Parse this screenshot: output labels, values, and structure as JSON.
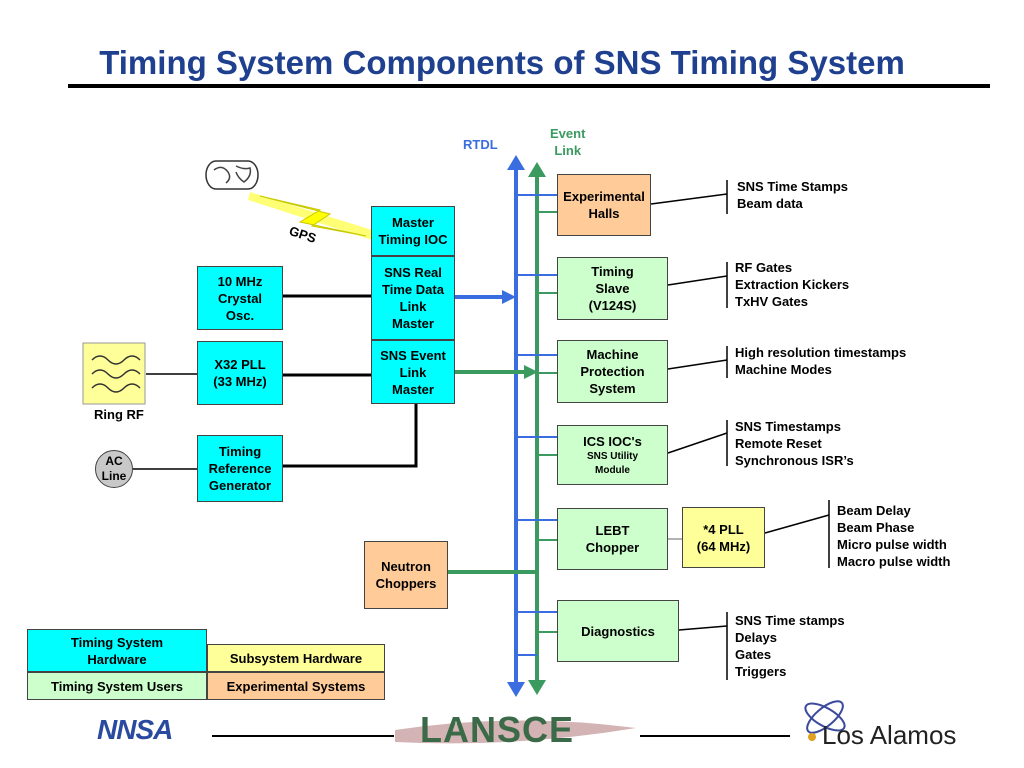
{
  "title": "Timing System Components of SNS Timing System",
  "bus": {
    "rtdl": "RTDL",
    "event_link": "Event\nLink"
  },
  "gps": "GPS",
  "left": {
    "master_ioc": "Master\nTiming IOC",
    "rtdl_master": "SNS Real\nTime Data\nLink\nMaster",
    "event_master": "SNS Event\nLink\nMaster",
    "crystal": "10 MHz\nCrystal\nOsc.",
    "pll": "X32 PLL\n(33 MHz)",
    "ring_rf": "Ring RF",
    "ac_line": "AC\nLine",
    "trg": "Timing\nReference\nGenerator",
    "neutron": "Neutron\nChoppers"
  },
  "right_boxes": {
    "exp_halls": "Experimental\nHalls",
    "timing_slave": "Timing\nSlave\n(V124S)",
    "mps": "Machine\nProtection\nSystem",
    "ics_title": "ICS IOC's",
    "ics_sub": "SNS Utility\nModule",
    "lebt": "LEBT\nChopper",
    "pll4": "*4 PLL\n(64 MHz)",
    "diag": "Diagnostics"
  },
  "outputs": {
    "exp": "SNS Time Stamps\nBeam data",
    "slave": "RF Gates\nExtraction Kickers\nTxHV Gates",
    "mps": "High resolution timestamps\nMachine Modes",
    "ics": "SNS Timestamps\nRemote Reset\nSynchronous ISR’s",
    "lebt": "Beam Delay\nBeam Phase\nMicro pulse width\nMacro pulse width",
    "diag": "SNS Time stamps\nDelays\nGates\nTriggers"
  },
  "legend": {
    "timing_hw": "Timing System\nHardware",
    "subsystem_hw": "Subsystem Hardware",
    "timing_users": "Timing System Users",
    "exp_systems": "Experimental Systems"
  },
  "footer": {
    "nnsa": "NNSA",
    "lansce": "LANSCE",
    "los_alamos": "Los Alamos"
  },
  "colors": {
    "rtdl": "#3a6de0",
    "event_link": "#3a9a60",
    "title": "#1f3f8f",
    "timing_hw": "#00ffff",
    "user": "#ccffcc",
    "subsystem": "#ffff99",
    "experimental": "#ffcc99"
  }
}
